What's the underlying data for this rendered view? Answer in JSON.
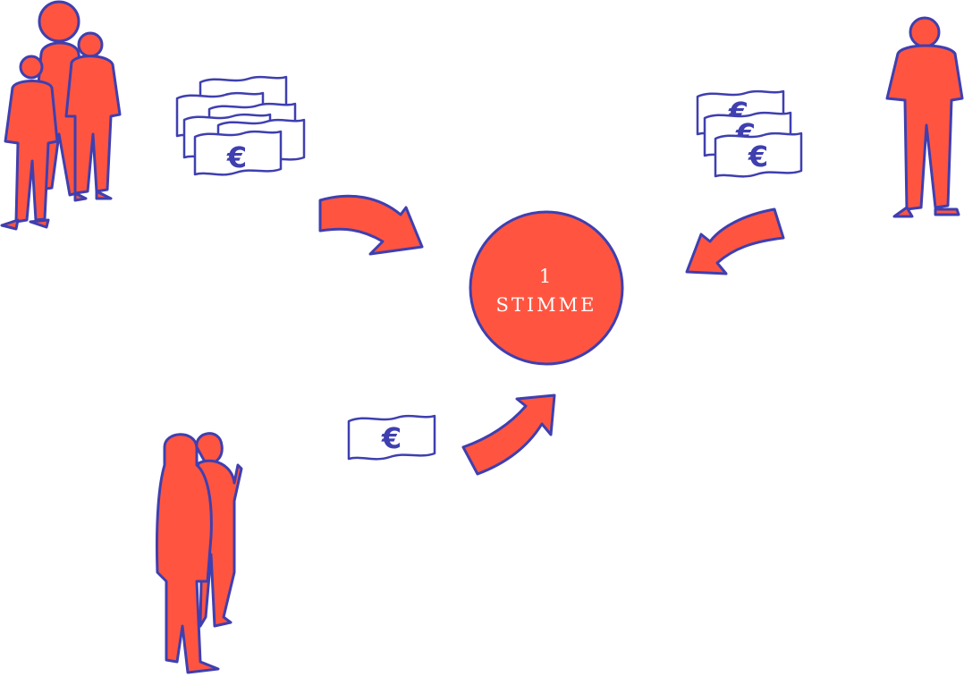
{
  "colors": {
    "accent": "#ff5540",
    "outline": "#3f3fb0",
    "background": "#ffffff",
    "text_on_accent": "#ffffff"
  },
  "vote": {
    "count": "1",
    "label": "STIMME"
  },
  "currency_symbol": "€",
  "icons": {
    "group_top_left": "group-of-three-people",
    "person_top_right": "single-person",
    "pair_bottom_left": "two-people",
    "money_large": "banknote-stack-large",
    "money_medium": "banknote-stack-medium",
    "money_single": "single-banknote",
    "arrow": "curved-arrow",
    "vote_circle": "vote-circle"
  }
}
